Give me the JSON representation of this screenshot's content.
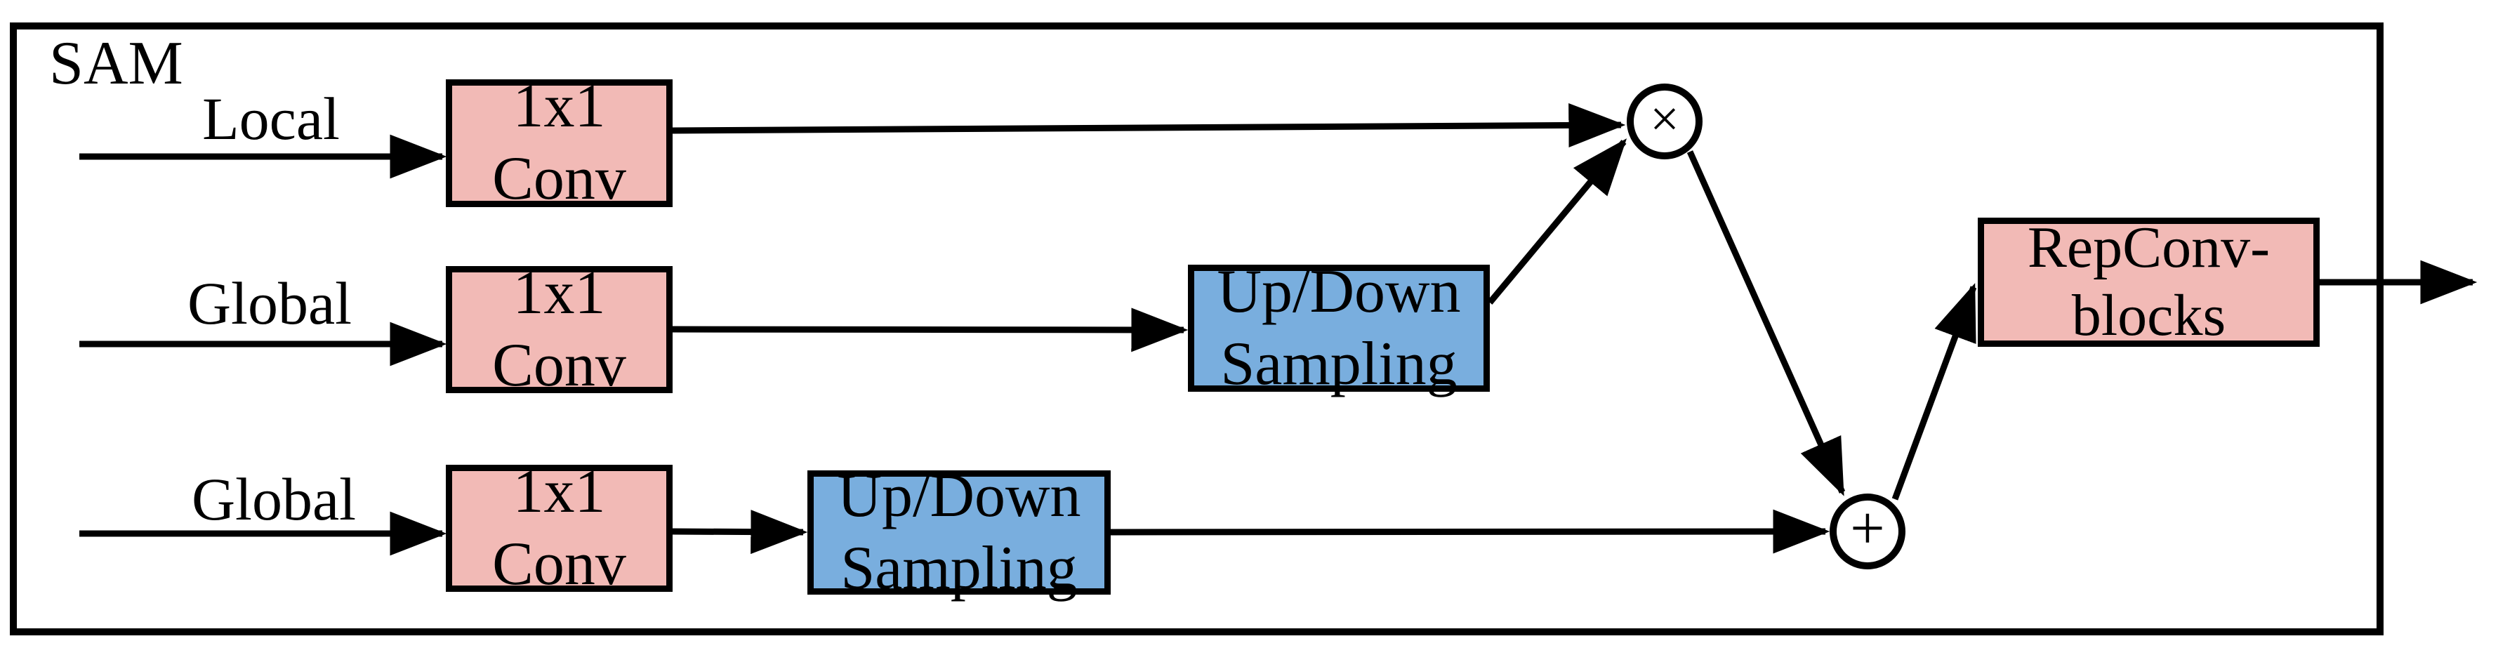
{
  "diagram": {
    "title": "SAM",
    "colors": {
      "conv_fill": "#f2bab6",
      "sampling_fill": "#79aede",
      "stroke": "#000000",
      "background": "#ffffff"
    },
    "inputs": [
      {
        "label": "Local"
      },
      {
        "label": "Global"
      },
      {
        "label": "Global"
      }
    ],
    "nodes": [
      {
        "line1": "1x1",
        "line2": "Conv"
      },
      {
        "line1": "1x1",
        "line2": "Conv"
      },
      {
        "line1": "1x1",
        "line2": "Conv"
      },
      {
        "line1": "Up/Down",
        "line2": "Sampling"
      },
      {
        "line1": "Up/Down",
        "line2": "Sampling"
      },
      {
        "line1": "RepConv-",
        "line2": "blocks"
      }
    ],
    "operators": {
      "multiply": "×",
      "add": "+"
    }
  }
}
